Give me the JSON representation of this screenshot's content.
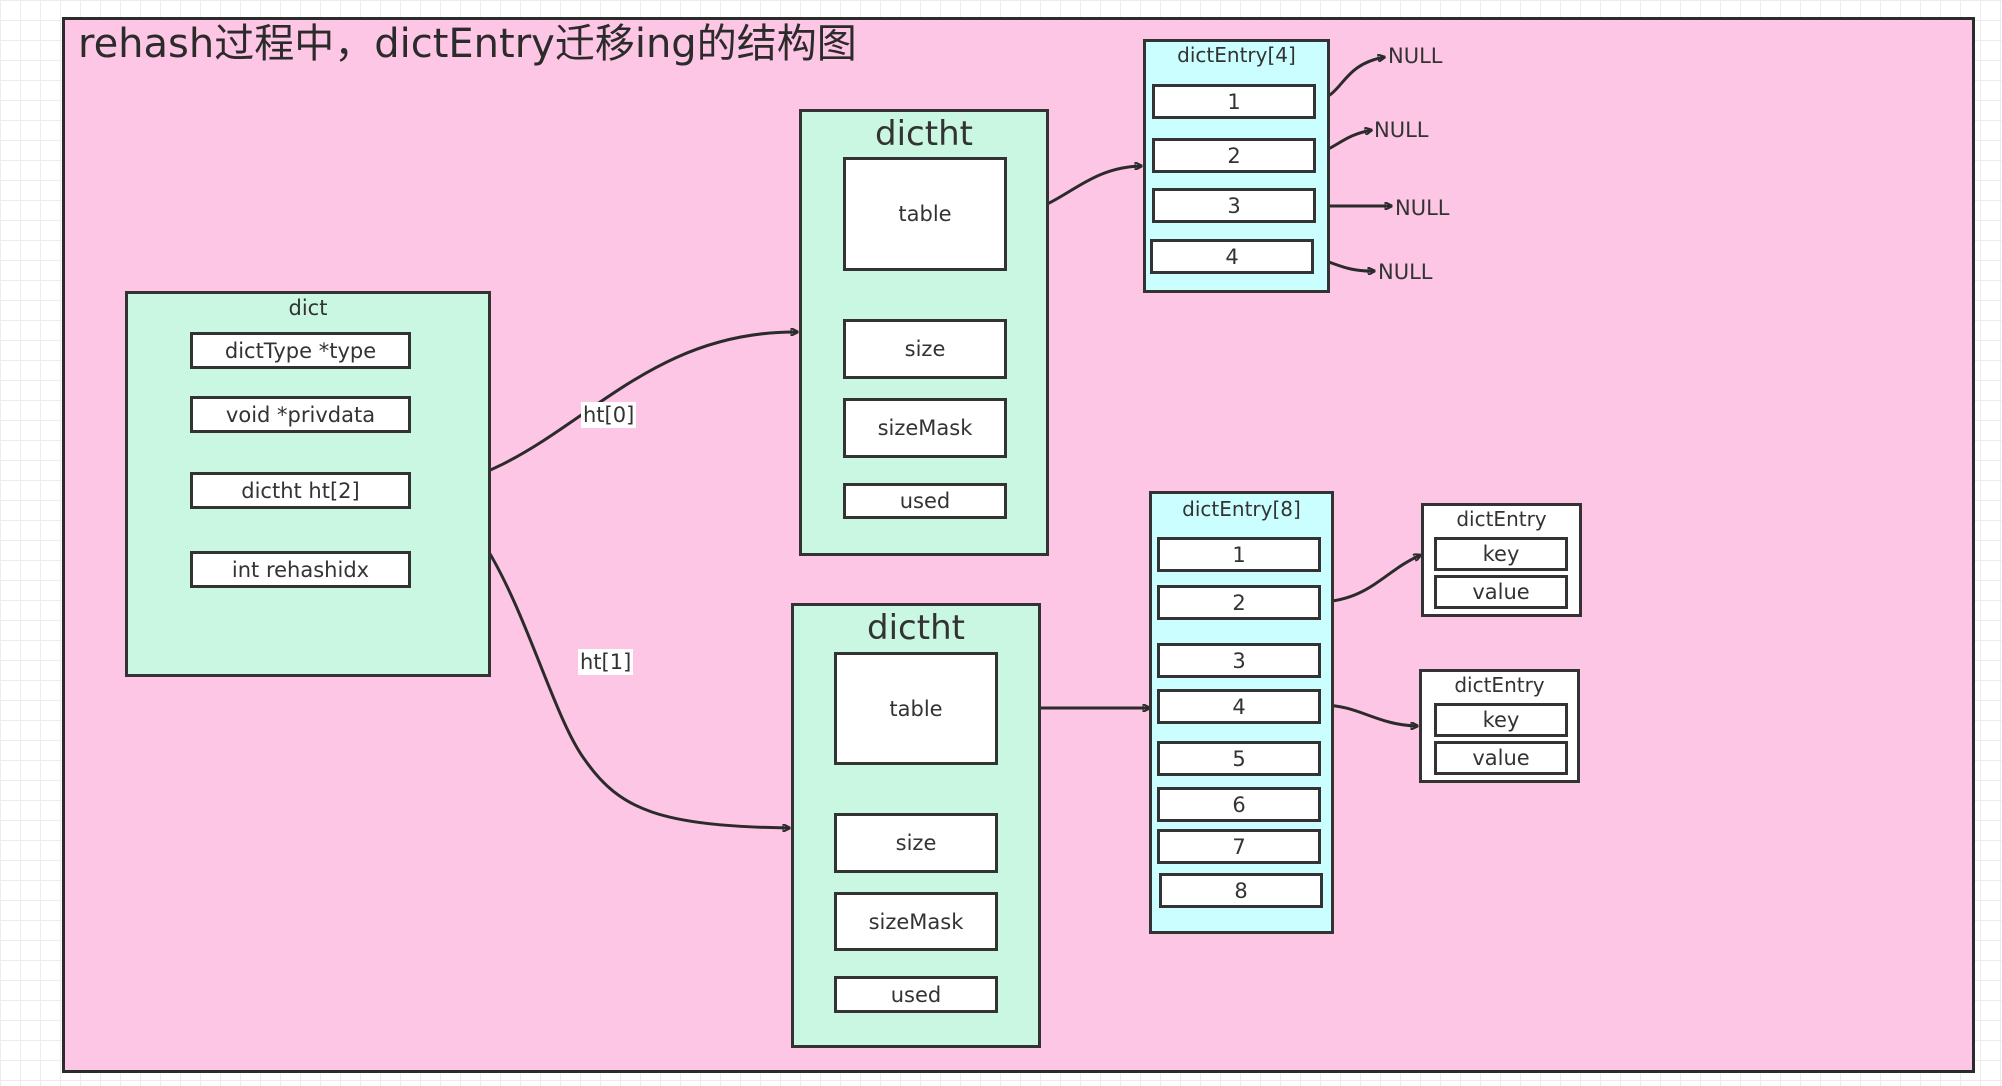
{
  "title": "rehash过程中，dictEntry迁移ing的结构图",
  "colors": {
    "frame_fill": "#fec6e5",
    "struct_fill": "#c9f7e1",
    "array_fill": "#cbffff",
    "field_fill": "#ffffff",
    "stroke": "#333333"
  },
  "dict": {
    "label": "dict",
    "fields": [
      "dictType *type",
      "void *privdata",
      "dictht ht[2]",
      "int rehashidx"
    ]
  },
  "edges": {
    "ht0": "ht[0]",
    "ht1": "ht[1]"
  },
  "ht0": {
    "label": "dictht",
    "fields": [
      "table",
      "size",
      "sizeMask",
      "used"
    ]
  },
  "ht1": {
    "label": "dictht",
    "fields": [
      "table",
      "size",
      "sizeMask",
      "used"
    ]
  },
  "array4": {
    "label": "dictEntry[4]",
    "slots": [
      "1",
      "2",
      "3",
      "4"
    ],
    "null_label": "NULL"
  },
  "array8": {
    "label": "dictEntry[8]",
    "slots": [
      "1",
      "2",
      "3",
      "4",
      "5",
      "6",
      "7",
      "8"
    ]
  },
  "entries": [
    {
      "label": "dictEntry",
      "key": "key",
      "value": "value"
    },
    {
      "label": "dictEntry",
      "key": "key",
      "value": "value"
    }
  ]
}
